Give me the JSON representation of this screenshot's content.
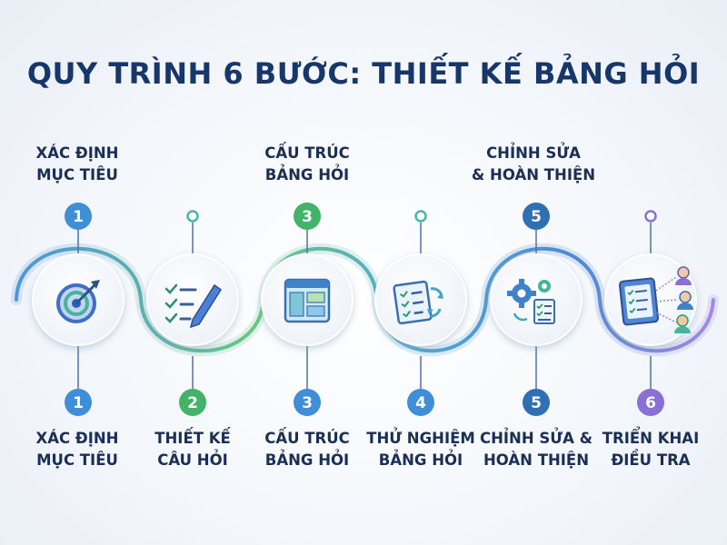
{
  "title": "QUY TRÌNH 6 BƯỚC: THIẾT KẾ BẢNG HỎI",
  "top_steps": [
    {
      "number": "1",
      "label": "XÁC ĐỊNH\nMỤC TIÊU",
      "color": "#3f8fd8"
    },
    {
      "number": "3",
      "label": "CẤU TRÚC\nBẢNG HỎI",
      "color": "#43b36a"
    },
    {
      "number": "5",
      "label": "CHỈNH SỬA\n& HOÀN THIỆN",
      "color": "#2f6fb3"
    }
  ],
  "bottom_steps": [
    {
      "number": "1",
      "label": "XÁC ĐỊNH\nMỤC TIÊU",
      "color": "#3f8fd8"
    },
    {
      "number": "2",
      "label": "THIẾT KẾ\nCÂU HỎI",
      "color": "#43b36a"
    },
    {
      "number": "3",
      "label": "CẤU TRÚC\nBẢNG HỎI",
      "color": "#3f8fd8"
    },
    {
      "number": "4",
      "label": "THỬ NGHIỆM\nBẢNG HỎI",
      "color": "#3f8fd8"
    },
    {
      "number": "5",
      "label": "CHỈNH SỬA &\nHOÀN THIỆN",
      "color": "#2f6fb3"
    },
    {
      "number": "6",
      "label": "TRIỂN KHAI\nĐIỀU TRA",
      "color": "#8a6fd6"
    }
  ],
  "icons": [
    "target-icon",
    "checklist-pen-icon",
    "layout-window-icon",
    "checklist-refresh-icon",
    "gears-checklist-icon",
    "tablet-people-icon"
  ]
}
